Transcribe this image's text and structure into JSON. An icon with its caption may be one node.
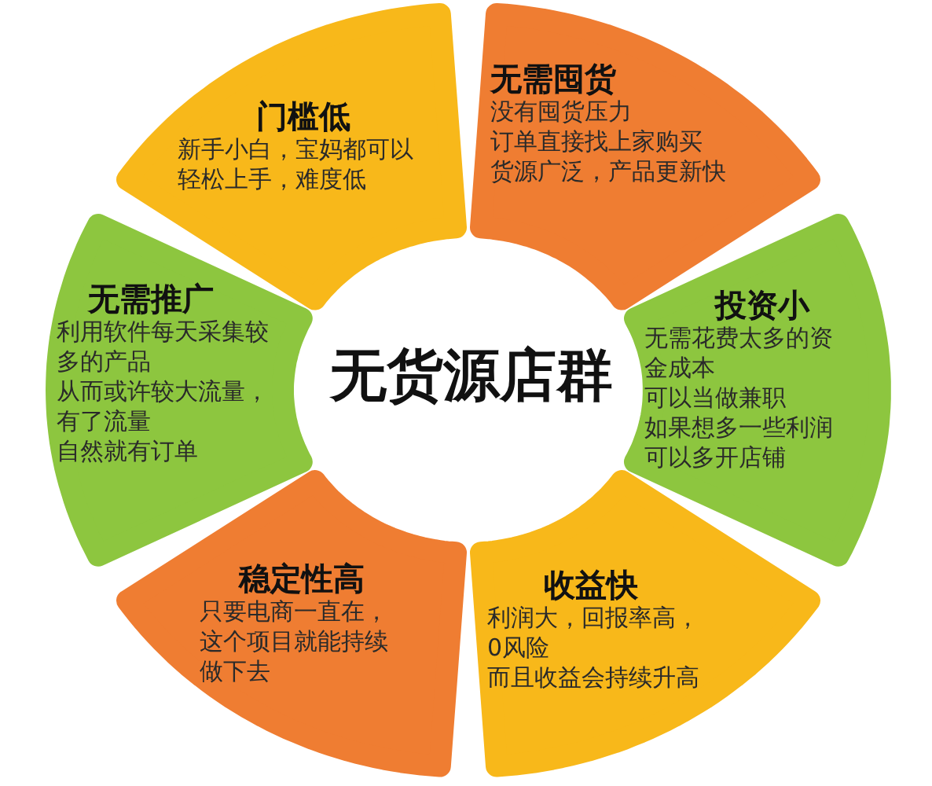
{
  "diagram": {
    "title": "无货源店群",
    "nodes": [
      {
        "text": [
          "门槛低",
          "新手小白，宝妈都可以轻松上手，难度低"
        ]
      },
      {
        "text": [
          "无需囤货",
          "没有囤货压力",
          "订单直接找上家购买",
          "货源广泛，产品更新快"
        ]
      },
      {
        "text": [
          "投资小",
          "无需花费太多的资金成本",
          "可以当做兼职",
          "如果想多一些利润",
          "可以多开店铺"
        ]
      },
      {
        "text": [
          "收益快",
          "利润大，回报率高，0风险",
          "而且收益会持续升高"
        ]
      },
      {
        "text": [
          "稳定性高",
          "只要电商一直在，这个项目就能持续做下去"
        ]
      },
      {
        "text": [
          "无需推广",
          "利用软件每天采集较多的产品",
          "从而或许较大流量，",
          "有了流量",
          "自然就有订单"
        ]
      }
    ]
  }
}
